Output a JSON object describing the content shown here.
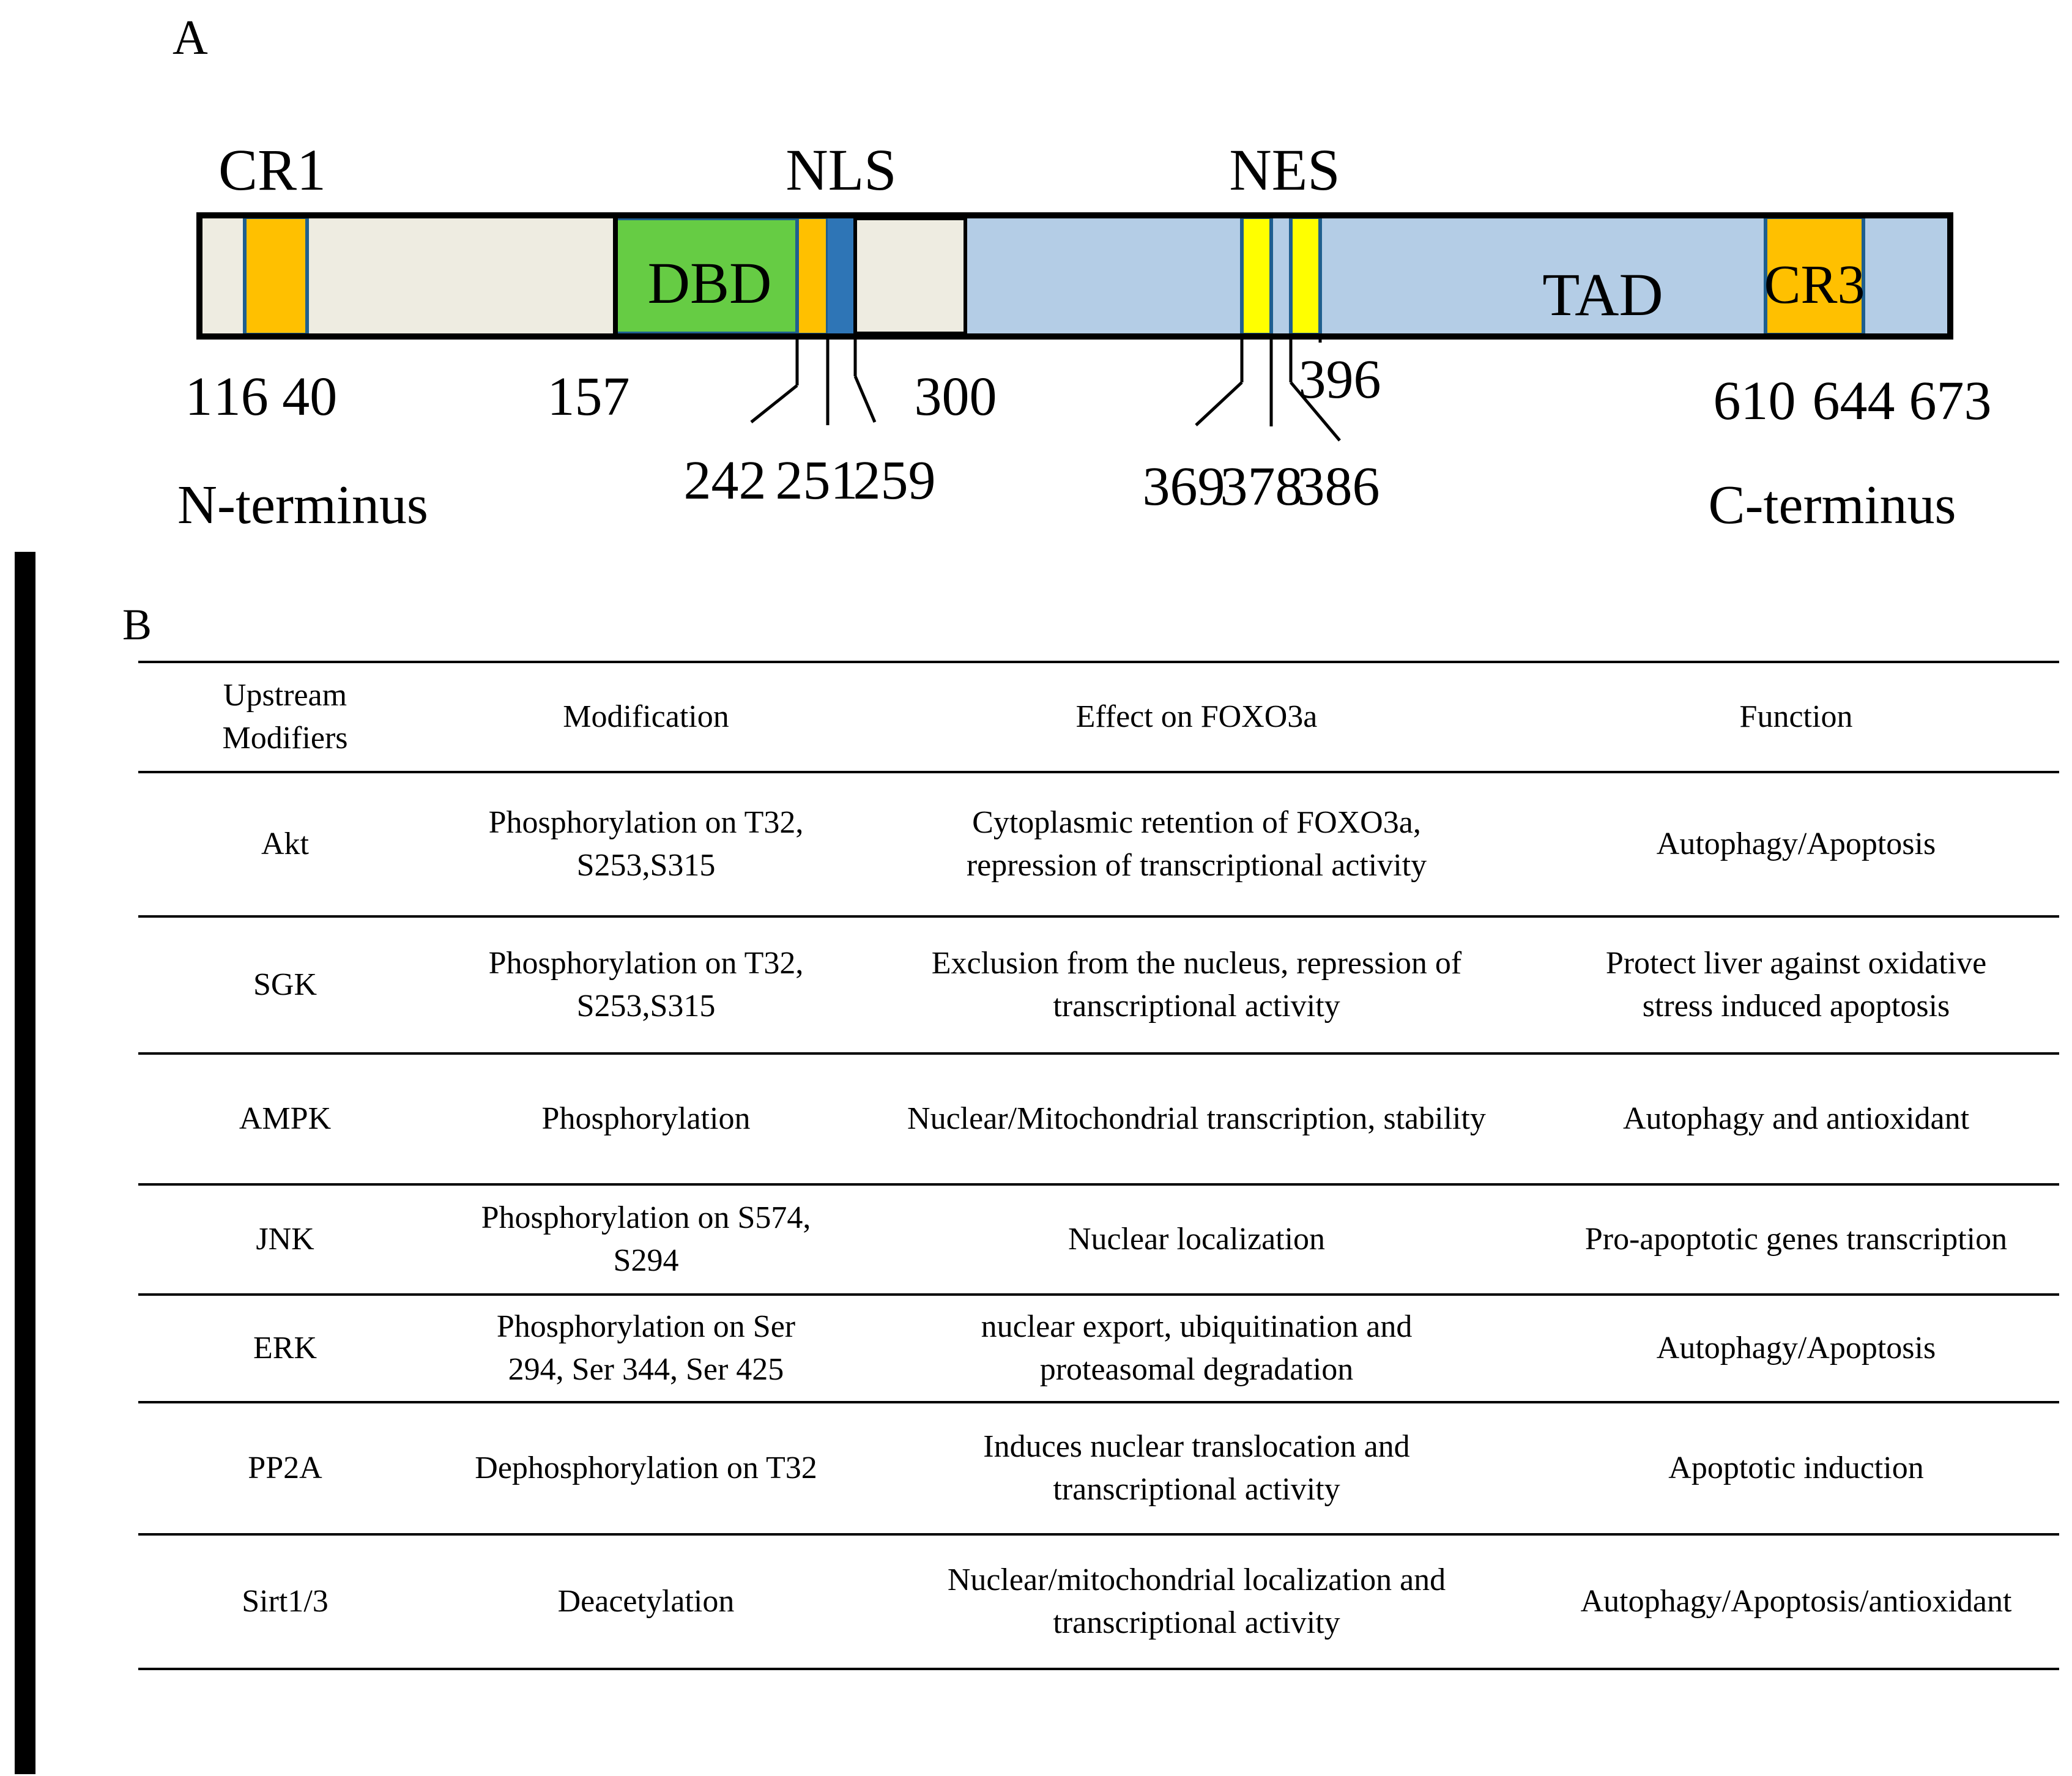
{
  "panelA": {
    "letter": "A",
    "labels": {
      "cr1": "CR1",
      "nls": "NLS",
      "nes": "NES",
      "dbd": "DBD",
      "tad": "TAD",
      "cr3": "CR3",
      "n_terminus": "N-terminus",
      "c_terminus": "C-terminus"
    },
    "positions": {
      "p1": "1",
      "p16_40": "16 40",
      "p157": "157",
      "p300": "300",
      "p396": "396",
      "p610": "610",
      "p644": "644",
      "p673": "673",
      "p242": "242",
      "p251": "251",
      "p259": "259",
      "p369": "369",
      "p378": "378",
      "p386": "386"
    },
    "colors": {
      "background_region": "#eeece1",
      "dbd": "#66cc44",
      "orange": "#ffc000",
      "nls_blue": "#2e75b6",
      "tad": "#b4cde6",
      "nes_yellow": "#ffff00",
      "outline": "#000000",
      "box_border": "#1f5f8f"
    }
  },
  "panelB": {
    "letter": "B",
    "headers": [
      "Upstream\nModifiers",
      "Modification",
      "Effect on FOXO3a",
      "Function"
    ],
    "rows": [
      [
        "Akt",
        "Phosphorylation on T32,\nS253,S315",
        "Cytoplasmic retention of FOXO3a,\nrepression of transcriptional activity",
        "Autophagy/Apoptosis"
      ],
      [
        "SGK",
        "Phosphorylation on T32,\nS253,S315",
        "Exclusion from the nucleus, repression of\ntranscriptional activity",
        "Protect liver against oxidative\nstress induced apoptosis"
      ],
      [
        "AMPK",
        "Phosphorylation",
        "Nuclear/Mitochondrial transcription, stability",
        "Autophagy and antioxidant"
      ],
      [
        "JNK",
        "Phosphorylation on S574,\nS294",
        "Nuclear localization",
        "Pro-apoptotic genes transcription"
      ],
      [
        "ERK",
        "Phosphorylation on Ser\n294, Ser 344, Ser 425",
        "nuclear export, ubiquitination and\nproteasomal degradation",
        "Autophagy/Apoptosis"
      ],
      [
        "PP2A",
        "Dephosphorylation on T32",
        "Induces nuclear translocation and\ntranscriptional activity",
        "Apoptotic induction"
      ],
      [
        "Sirt1/3",
        "Deacetylation",
        "Nuclear/mitochondrial localization and\ntranscriptional activity",
        "Autophagy/Apoptosis/antioxidant"
      ]
    ]
  }
}
